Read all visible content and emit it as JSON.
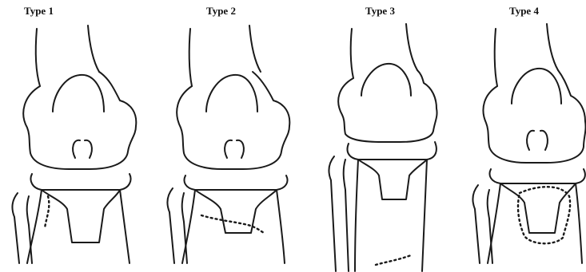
{
  "panels": [
    {
      "label": "Type 1",
      "icon": "knee-joint-illustration"
    },
    {
      "label": "Type 2",
      "icon": "knee-joint-illustration"
    },
    {
      "label": "Type 3",
      "icon": "knee-joint-illustration"
    },
    {
      "label": "Type 4",
      "icon": "knee-joint-illustration"
    }
  ],
  "colors": {
    "line": "#1a1a1a",
    "background": "#ffffff"
  }
}
